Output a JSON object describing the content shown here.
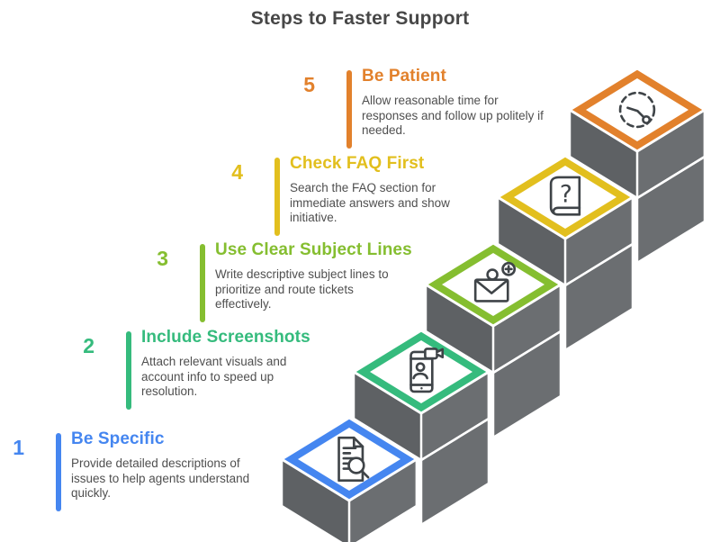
{
  "heading": "Steps to Faster Support",
  "colors": {
    "gray_left_face": "#5E6164",
    "gray_right_face": "#6B6E71",
    "icon_stroke": "#3F4448",
    "heading_text": "#474747",
    "description_text": "#4F4F4F",
    "diamond_fill": "#FFFFFF",
    "background": "#FFFFFF"
  },
  "steps": [
    {
      "number": "1",
      "title": "Be Specific",
      "description": "Provide detailed descriptions of\nissues to help agents understand\nquickly.",
      "color": "#4586F0",
      "icon": "document-search-icon"
    },
    {
      "number": "2",
      "title": "Include Screenshots",
      "description": "Attach relevant visuals and\naccount info to speed up\nresolution.",
      "color": "#35BB7D",
      "icon": "phone-screenshot-icon"
    },
    {
      "number": "3",
      "title": "Use Clear Subject Lines",
      "description": "Write descriptive subject lines to\nprioritize and route tickets\neffectively.",
      "color": "#85BE30",
      "icon": "mail-add-icon"
    },
    {
      "number": "4",
      "title": "Check FAQ First",
      "description": "Search the FAQ section for\nimmediate answers and show\ninitiative.",
      "color": "#E2BF1E",
      "icon": "faq-book-icon"
    },
    {
      "number": "5",
      "title": "Be Patient",
      "description": "Allow reasonable time for\nresponses and follow up politely if\nneeded.",
      "color": "#E2812C",
      "icon": "patience-clock-icon"
    }
  ]
}
